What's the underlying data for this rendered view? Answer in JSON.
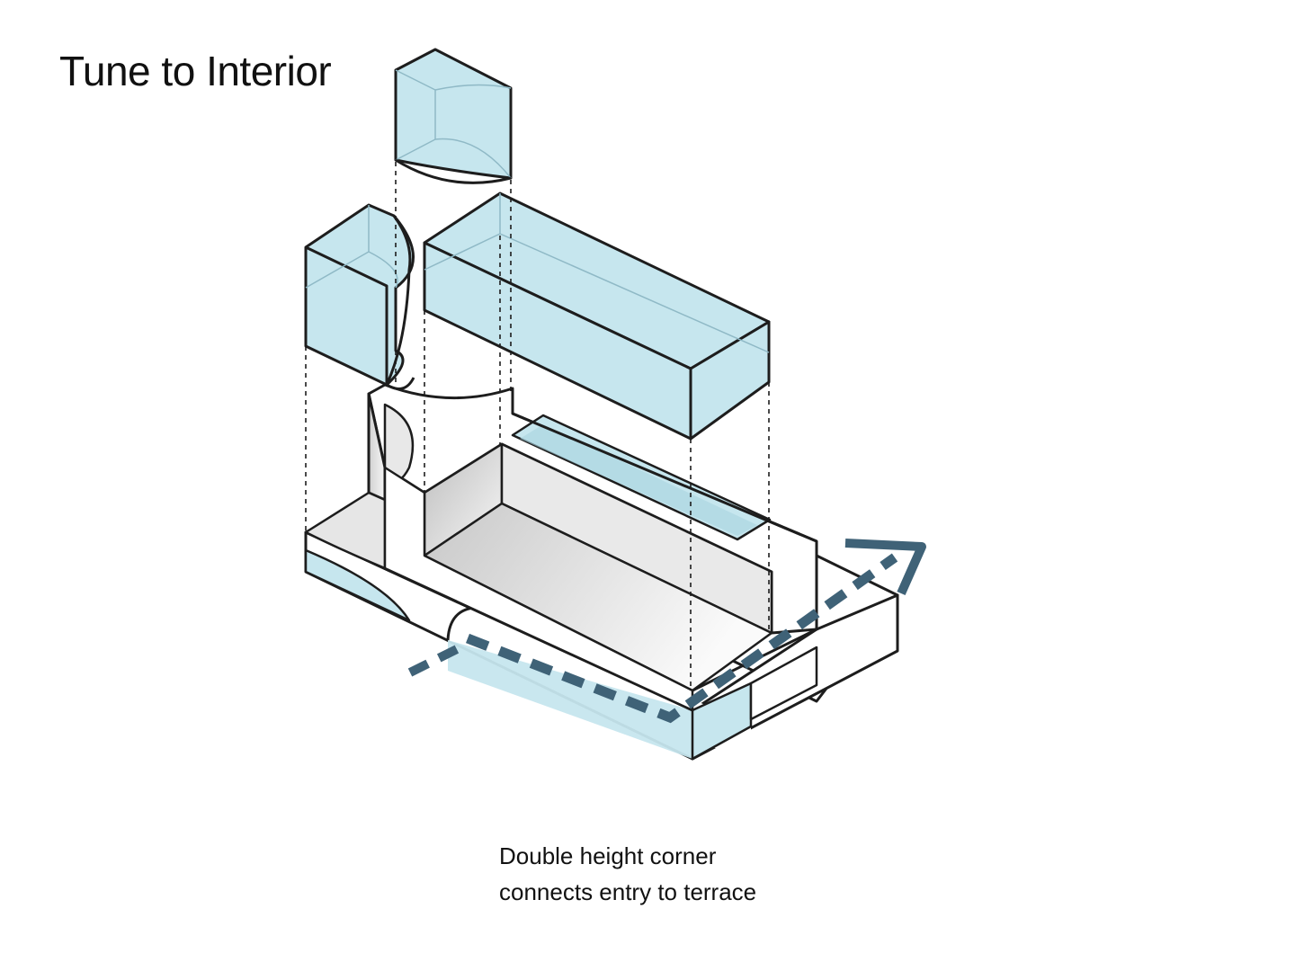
{
  "title": "Tune to Interior",
  "caption": {
    "line1": "Double height corner",
    "line2": "connects entry to terrace"
  },
  "colors": {
    "glass_fill": "#c6e6ee",
    "glass_edge": "#8fb9c6",
    "outline": "#1d1d1d",
    "arrow": "#3f6277",
    "shade_dark": "#c4c4c4",
    "shade_light": "#f3f3f3"
  },
  "icons": {
    "circulation_path": "dashed-arrow-icon"
  }
}
